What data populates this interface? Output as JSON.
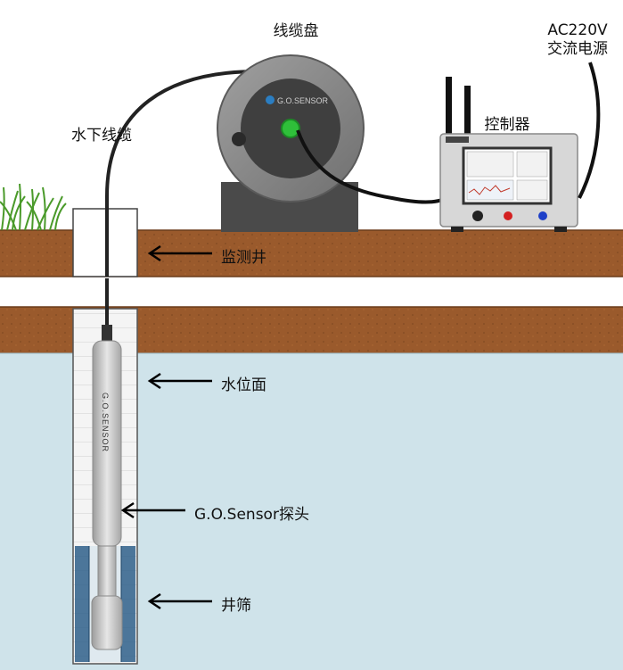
{
  "labels": {
    "cable_reel": "线缆盘",
    "underwater_cable": "水下线缆",
    "controller": "控制器",
    "power_voltage": "AC220V",
    "power_type": "交流电源",
    "monitoring_well": "监测井",
    "water_level": "水位面",
    "probe": "G.O.Sensor探头",
    "well_screen": "井筛"
  },
  "branding": {
    "reel_logo": "G.O.SENSOR",
    "probe_logo": "G.O.SENSOR"
  },
  "colors": {
    "soil": "#9a5a2c",
    "soil_dark": "#7a4520",
    "water": "#cfe3ea",
    "reel_outer": "#8a8a8a",
    "reel_inner": "#444444",
    "reel_hub": "#2fbf3a",
    "controller_body": "#d7d7d7",
    "screen_band": "#2e5f8a"
  }
}
